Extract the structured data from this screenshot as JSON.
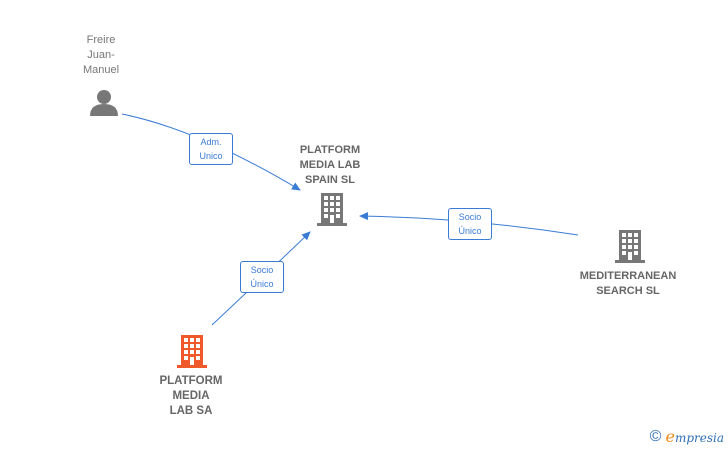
{
  "nodes": {
    "person": {
      "name": "Freire\nJuan-\nManuel",
      "icon": "person-icon"
    },
    "center": {
      "name": "PLATFORM\nMEDIA LAB\nSPAIN  SL",
      "icon": "building-icon"
    },
    "mediterranean": {
      "name": "MEDITERRANEAN\nSEARCH SL",
      "icon": "building-icon"
    },
    "platform_sa": {
      "name": "PLATFORM\nMEDIA\nLAB SA",
      "icon": "building-icon"
    }
  },
  "edges": {
    "person_to_center": {
      "label": "Adm.\nUnico"
    },
    "sa_to_center": {
      "label": "Socio\nÚnico"
    },
    "med_to_center": {
      "label": "Socio\nÚnico"
    }
  },
  "colors": {
    "edge": "#3a7bd5",
    "node_gray": "#777777",
    "highlight": "#f0592a"
  },
  "brand": {
    "copyright": "©",
    "initial": "e",
    "word": "mpresia"
  }
}
